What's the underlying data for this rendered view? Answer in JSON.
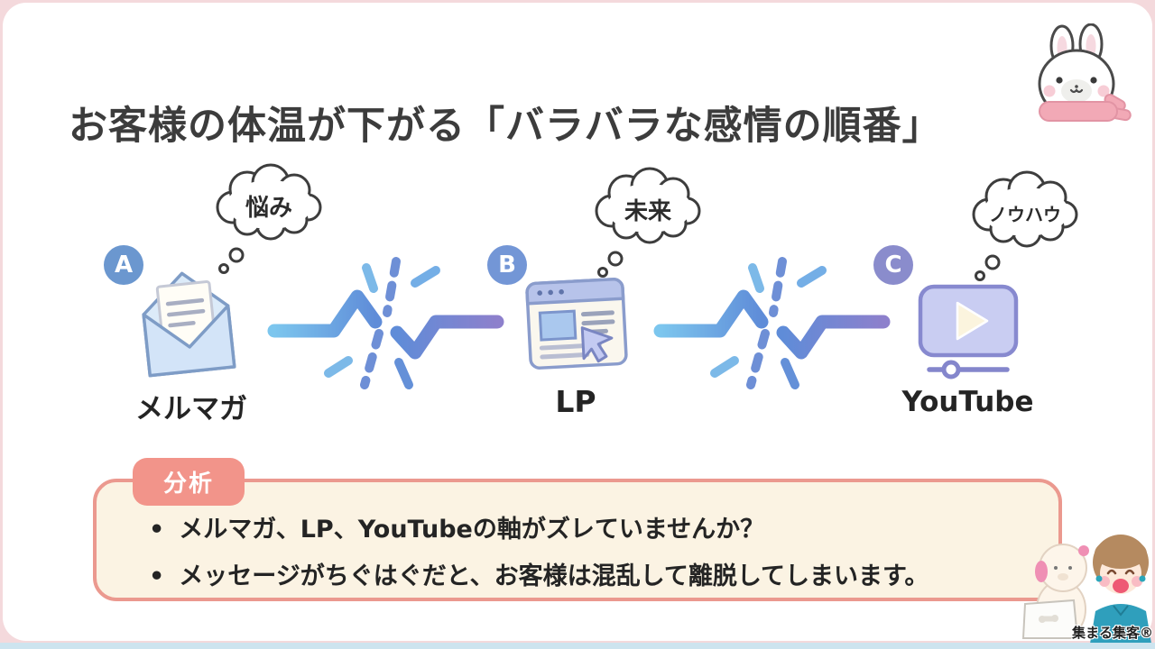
{
  "slide": {
    "title": "お客様の体温が下がる「バラバラな感情の順番」"
  },
  "channels": [
    {
      "badge": "A",
      "label": "メルマガ",
      "thought": "悩み",
      "icon": "mail-icon"
    },
    {
      "badge": "B",
      "label": "LP",
      "thought": "未来",
      "icon": "browser-icon"
    },
    {
      "badge": "C",
      "label": "YouTube",
      "thought": "ノウハウ",
      "icon": "video-player-icon"
    }
  ],
  "analysis": {
    "tag": "分析",
    "bullets": [
      "メルマガ、LP、YouTubeの軸がズレていませんか？",
      "メッセージがちぐはぐだと、お客様は混乱して離脱してしまいます。"
    ]
  },
  "watermark": {
    "brand": "集まる集客®"
  },
  "colors": {
    "background_frame": "#f4d9dc",
    "card": "#ffffff",
    "title_text": "#3c3c3c",
    "badge_a": "#6b97cf",
    "badge_b": "#7396d6",
    "badge_c": "#8a8ccc",
    "pulse_blue": "#7cc6ee",
    "pulse_mid_blue": "#5f8cd8",
    "pulse_purple": "#8d80cc",
    "analysis_tag": "#f2948a",
    "analysis_border": "#eb998f",
    "analysis_fill": "#fbf3e3",
    "bottom_strip": "#cde4ef",
    "scarf_pink": "#f2a9b6"
  }
}
